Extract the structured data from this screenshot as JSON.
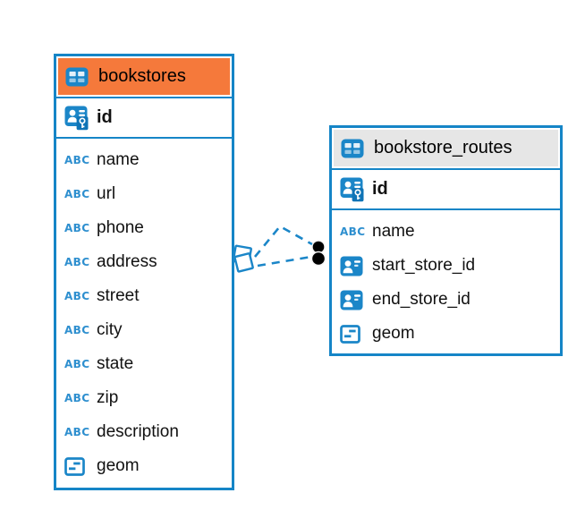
{
  "colors": {
    "background": "#FFFFFF",
    "table_border_blue": "#1585C7",
    "icon_blue": "#1B86C8",
    "bookstores_header_bg": "#F5793B",
    "routes_header_bg": "#E6E6E6",
    "relation_line": "#1B86C8",
    "relation_dot": "#000000",
    "text": "#111111"
  },
  "icons": {
    "table_icon": "table-grid",
    "primary_key_icon": "person-with-key",
    "reference_icon": "person-card",
    "object_icon": "square-with-dashes",
    "text_glyph": "ABC"
  },
  "tables": [
    {
      "name": "bookstores",
      "header_style": "orange",
      "columns": [
        {
          "name": "id",
          "type": "primary-key"
        },
        {
          "name": "name",
          "type": "text"
        },
        {
          "name": "url",
          "type": "text"
        },
        {
          "name": "phone",
          "type": "text"
        },
        {
          "name": "address",
          "type": "text"
        },
        {
          "name": "street",
          "type": "text"
        },
        {
          "name": "city",
          "type": "text"
        },
        {
          "name": "state",
          "type": "text"
        },
        {
          "name": "zip",
          "type": "text"
        },
        {
          "name": "description",
          "type": "text"
        },
        {
          "name": "geom",
          "type": "object"
        }
      ]
    },
    {
      "name": "bookstore_routes",
      "header_style": "gray",
      "columns": [
        {
          "name": "id",
          "type": "primary-key"
        },
        {
          "name": "name",
          "type": "text"
        },
        {
          "name": "start_store_id",
          "type": "reference"
        },
        {
          "name": "end_store_id",
          "type": "reference"
        },
        {
          "name": "geom",
          "type": "object"
        }
      ]
    }
  ],
  "relations": {
    "count": 2,
    "style": "dashed",
    "from_table": "bookstores",
    "to_table": "bookstore_routes",
    "from_marker": "diamond",
    "to_marker": "filled-dot"
  }
}
